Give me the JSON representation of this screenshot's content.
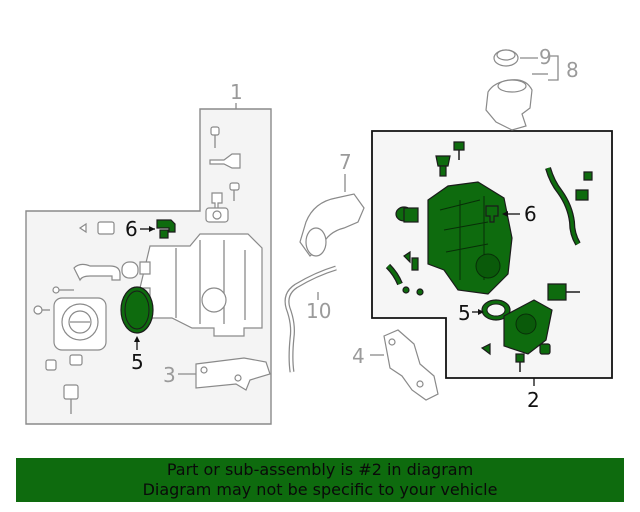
{
  "callouts": {
    "c1": "1",
    "c2": "2",
    "c3": "3",
    "c4": "4",
    "c5a": "5",
    "c5b": "5",
    "c6a": "6",
    "c6b": "6",
    "c7": "7",
    "c8": "8",
    "c9": "9",
    "c10": "10"
  },
  "banner": {
    "line1": "Part or sub-assembly is #2 in diagram",
    "line2": "Diagram may not be specific to your vehicle"
  },
  "colors": {
    "highlight": "#0e6b0e",
    "outline_grey": "#8a8a8a",
    "box_dark": "#111111"
  }
}
